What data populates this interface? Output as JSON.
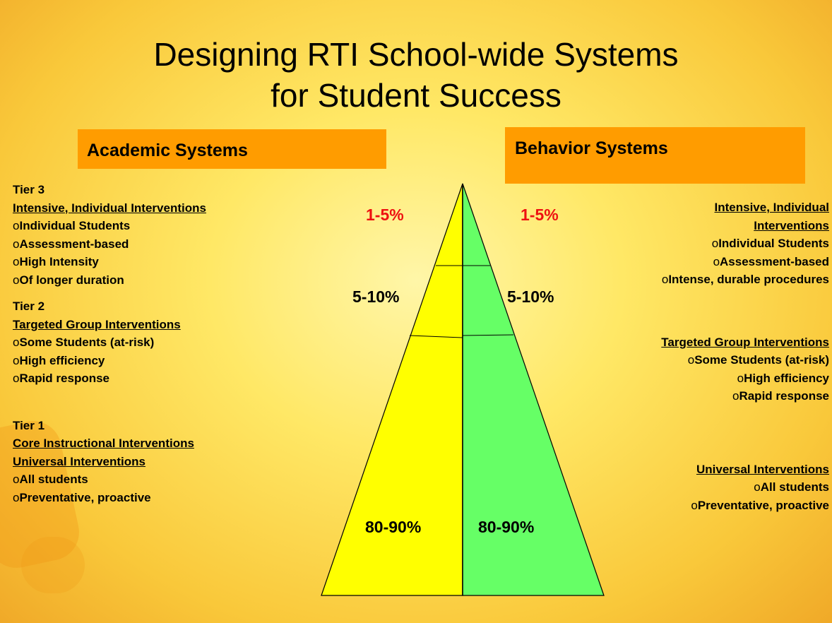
{
  "title_line1": "Designing RTI School-wide Systems",
  "title_line2": "for Student Success",
  "academic_header": "Academic Systems",
  "behavior_header": "Behavior Systems",
  "academic": {
    "tier3": {
      "heading": "Tier 3",
      "subheading": "Intensive, Individual Interventions",
      "items": [
        "Individual Students",
        "Assessment-based",
        "High Intensity",
        "Of longer duration"
      ]
    },
    "tier2": {
      "heading": "Tier 2",
      "subheading": "Targeted Group Interventions",
      "items": [
        "Some Students (at-risk)",
        "High efficiency",
        "Rapid response"
      ]
    },
    "tier1": {
      "heading": "Tier 1",
      "subheading1": "Core Instructional Interventions",
      "subheading2": "Universal Interventions",
      "items": [
        "All students",
        "Preventative, proactive"
      ]
    }
  },
  "behavior": {
    "tier3": {
      "subheading_line1": "Intensive, Individual",
      "subheading_line2": "Interventions",
      "items": [
        "Individual Students",
        "Assessment-based",
        "Intense, durable procedures"
      ]
    },
    "tier2": {
      "subheading": "Targeted Group Interventions",
      "items": [
        "Some Students (at-risk)",
        "High efficiency",
        "Rapid response"
      ]
    },
    "tier1": {
      "subheading": "Universal Interventions",
      "items": [
        "All students",
        "Preventative, proactive"
      ]
    }
  },
  "bullet_char": "o",
  "percentages": {
    "top": "1-5%",
    "middle": "5-10%",
    "bottom": "80-90%"
  },
  "colors": {
    "academic_fill": "#ffff00",
    "behavior_fill": "#66ff66",
    "header_box": "#ff9c00",
    "top_percent": "#ee1111"
  }
}
